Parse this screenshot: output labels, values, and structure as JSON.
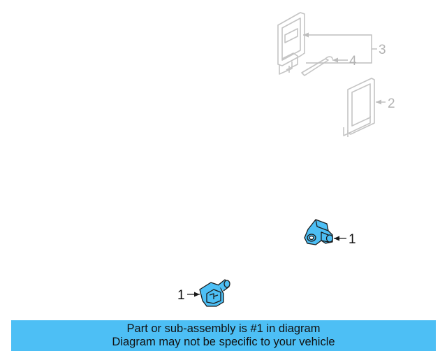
{
  "diagram": {
    "callouts": {
      "part_1_upper": "1",
      "part_1_lower": "1",
      "part_2": "2",
      "part_3": "3",
      "part_4": "4"
    },
    "colors": {
      "highlight_fill": "#4dbff5",
      "faded_line": "#bdbdbd",
      "outline": "#1a1a1a"
    }
  },
  "banner": {
    "line1": "Part or sub-assembly is #1 in diagram",
    "line2": "Diagram may not be specific to your vehicle",
    "background": "#4dbff5"
  }
}
